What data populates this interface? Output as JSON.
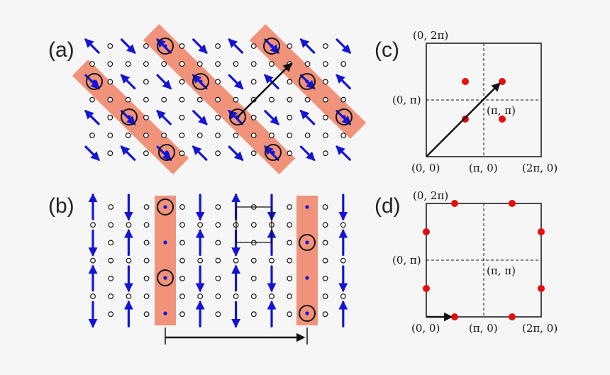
{
  "panels": {
    "a": {
      "label": "(a)"
    },
    "b": {
      "label": "(b)"
    },
    "c": {
      "label": "(c)",
      "top": "(0, 2π)",
      "mid": "(0, π)",
      "origin": "(0, 0)",
      "xmid": "(π, 0)",
      "xmax": "(2π, 0)",
      "center": "(π, π)"
    },
    "d": {
      "label": "(d)",
      "top": "(0, 2π)",
      "mid": "(0, π)",
      "origin": "(0, 0)",
      "xmid": "(π, 0)",
      "xmax": "(2π, 0)",
      "center": "(π, π)"
    }
  },
  "colors": {
    "spin": "#1414d6",
    "stripe": "#f0937a",
    "peak": "#e60d0d",
    "line": "#111111"
  }
}
